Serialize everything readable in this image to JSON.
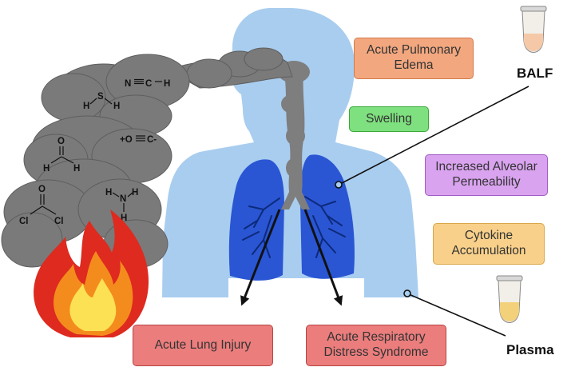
{
  "labels": {
    "balf": "BALF",
    "plasma": "Plasma"
  },
  "boxes": {
    "acute_pulmonary_edema": [
      "Acute Pulmonary",
      "Edema"
    ],
    "swelling": [
      "Swelling"
    ],
    "alveolar_permeability": [
      "Increased Alveolar",
      "Permeability"
    ],
    "cytokine_accumulation": [
      "Cytokine",
      "Accumulation"
    ],
    "acute_lung_injury": [
      "Acute Lung Injury"
    ],
    "ards": [
      "Acute Respiratory",
      "Distress Syndrome"
    ]
  },
  "molecules": {
    "hcn": {
      "atoms": [
        "N",
        "C",
        "H"
      ]
    },
    "h2s": {
      "atoms": [
        "H",
        "S",
        "H"
      ]
    },
    "co": {
      "atoms": [
        "+O",
        "C-"
      ]
    },
    "formaldehyde": {
      "atoms": [
        "O",
        "H",
        "H"
      ]
    },
    "phosgene": {
      "atoms": [
        "O",
        "Cl",
        "Cl"
      ]
    },
    "ammonia": {
      "atoms": [
        "H",
        "N",
        "H",
        "H"
      ]
    }
  },
  "colors": {
    "body": "#a9cdef",
    "lung": "#2a56d4",
    "smoke": "#7a7a7a",
    "fire_outer": "#de2a1f",
    "fire_mid": "#f48c1d",
    "fire_inner": "#fde154"
  }
}
